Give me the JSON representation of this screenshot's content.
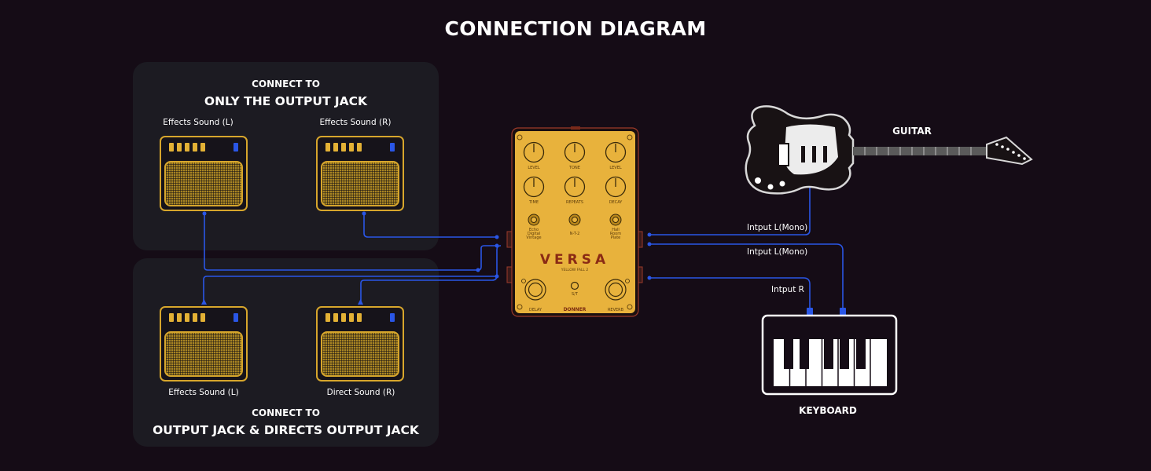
{
  "title": "CONNECTION DIAGRAM",
  "panel_top": {
    "subheading": "CONNECT TO",
    "heading": "ONLY THE OUTPUT JACK",
    "amp_left_label": "Effects Sound (L)",
    "amp_right_label": "Effects Sound (R)"
  },
  "panel_bottom": {
    "amp_left_label": "Effects Sound (L)",
    "amp_right_label": "Direct Sound (R)",
    "subheading": "CONNECT TO",
    "heading": "OUTPUT JACK & DIRECTS OUTPUT JACK"
  },
  "pedal": {
    "knobs_row1": [
      "LEVEL",
      "TONE",
      "LEVEL"
    ],
    "knobs_row2": [
      "TIME",
      "REPEATS",
      "DECAY"
    ],
    "switch_left": [
      "Echo",
      "Digital",
      "Vintage"
    ],
    "switch_middle": "N-T-2",
    "switch_right": [
      "Hall",
      "Room",
      "Plate"
    ],
    "brand_name": "VERSA",
    "model": "YELLOW FALL 2",
    "tap_label": "S/T",
    "footswitch_left": "DELAY",
    "footswitch_right": "REVERB",
    "maker": "DONNER"
  },
  "guitar": {
    "label": "GUITAR"
  },
  "keyboard": {
    "label": "KEYBOARD"
  },
  "cables": {
    "guitar_input": "Intput L(Mono)",
    "keyboard_input_l": "Intput L(Mono)",
    "keyboard_input_r": "Intput R"
  },
  "colors": {
    "background": "#150c16",
    "panel": "#1c1b22",
    "amp_gold": "#d7a62c",
    "pedal_yellow": "#e8b23c",
    "cable_blue": "#2a56e6",
    "led_blue": "#2a56e6"
  }
}
